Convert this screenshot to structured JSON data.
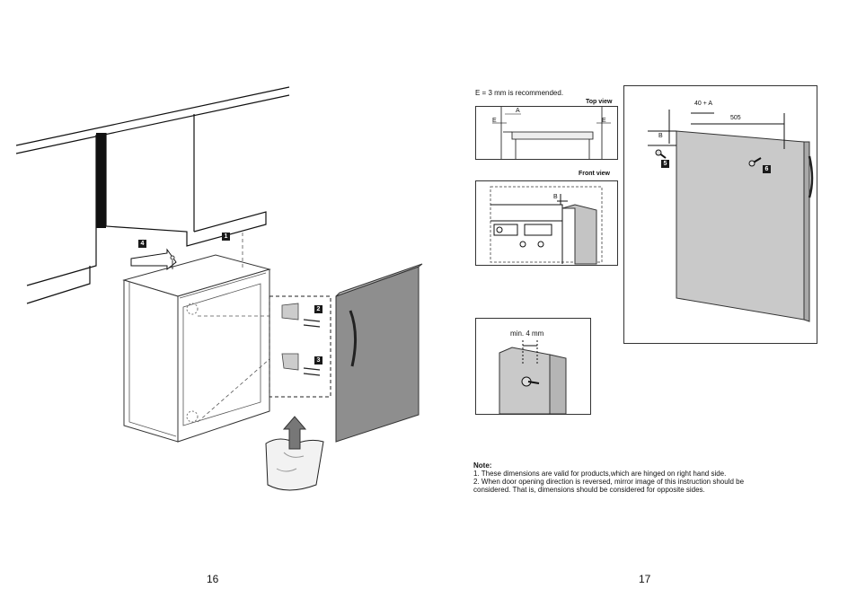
{
  "left_page": {
    "page_number": "16",
    "step_labels": {
      "s1": "1",
      "s2": "2",
      "s3": "3",
      "s4": "4"
    }
  },
  "right_page": {
    "page_number": "17",
    "recommendation": "E = 3 mm is recommended.",
    "top_view": {
      "title": "Top view",
      "label_a": "A",
      "label_e_left": "E",
      "label_e_right": "E"
    },
    "front_view": {
      "title": "Front view",
      "label_b": "B"
    },
    "door_panel": {
      "dim_40a": "40 + A",
      "dim_505": "505",
      "label_b": "B",
      "step5": "5",
      "step6": "6"
    },
    "min_gap": {
      "label": "min. 4 mm"
    },
    "note": {
      "title": "Note:",
      "line1": "1. These dimensions are valid for products,which are hinged on right hand side.",
      "line2": "2. When door opening direction is reversed, mirror image of this instruction should be",
      "line3": "considered. That is, dimensions should be considered for opposite sides."
    }
  }
}
